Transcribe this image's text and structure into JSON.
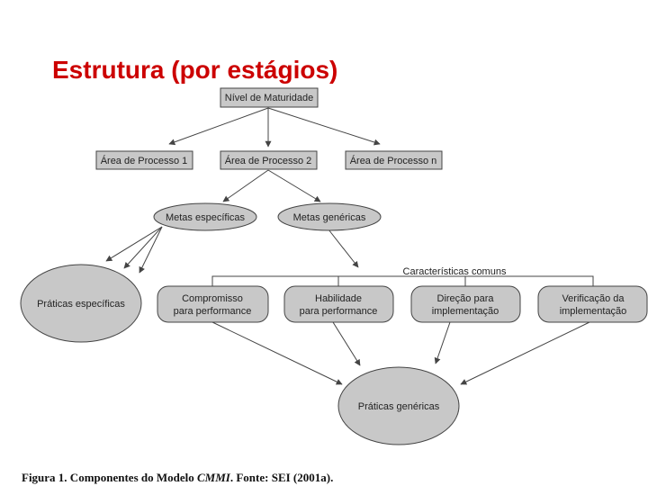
{
  "slide": {
    "title": "Estrutura (por estágios)",
    "title_color": "#cc0000"
  },
  "diagram": {
    "box_fill": "#c8c8c8",
    "ellipse_fill": "#c8c8c8",
    "stroke_color": "#444444",
    "nodes": {
      "maturity": "Nível de Maturidade",
      "area1": "Área de Processo 1",
      "area2": "Área de Processo 2",
      "arean": "Área de Processo n",
      "metas_especificas": "Metas específicas",
      "metas_genericas": "Metas genéricas",
      "praticas_especificas": "Práticas específicas",
      "caracteristicas_comuns": "Características comuns",
      "compromisso": [
        "Compromisso",
        "para performance"
      ],
      "habilidade": [
        "Habilidade",
        "para performance"
      ],
      "direcao": [
        "Direção para",
        "implementação"
      ],
      "verificacao": [
        "Verificação da",
        "implementação"
      ],
      "praticas_genericas": "Práticas genéricas"
    }
  },
  "caption": {
    "prefix": "Figura 1.  Componentes do Modelo ",
    "model": "CMMI",
    "suffix": ". Fonte: SEI (2001a)."
  }
}
